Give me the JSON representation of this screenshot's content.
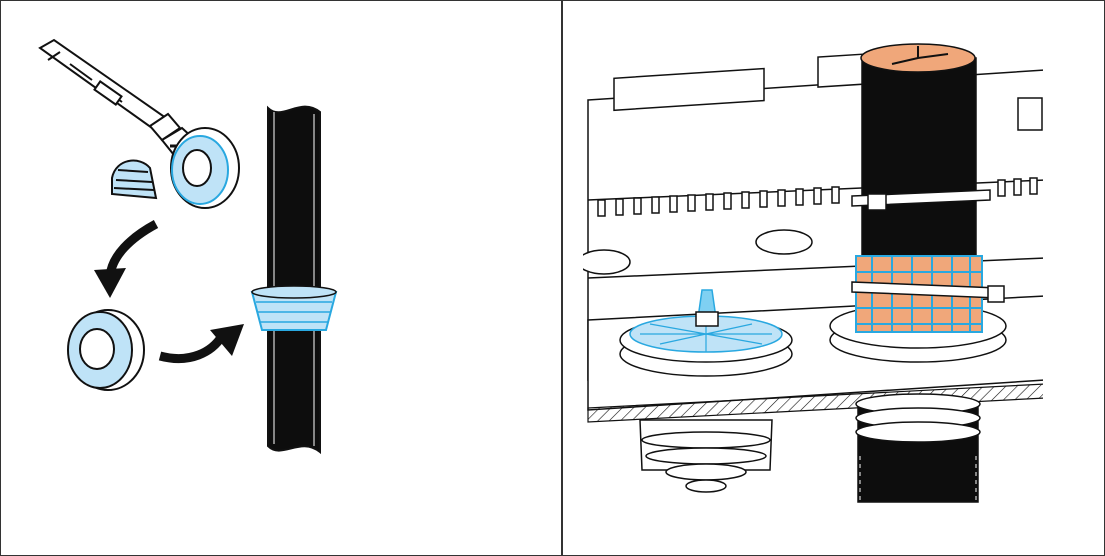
{
  "figure": {
    "panels": [
      {
        "id": "left",
        "steps": [
          "cut-grommet",
          "grommet-removed",
          "place-grommet-on-cable"
        ]
      },
      {
        "id": "right",
        "steps": [
          "cable-through-grommet",
          "cable-tie-fixation"
        ]
      }
    ],
    "colors": {
      "line": "#111111",
      "grommet_fill": "#bfe3f7",
      "grommet_stroke": "#29a8e0",
      "cable_fill": "#0d0d0d",
      "cable_core_orange": "#f0a77a",
      "background": "#ffffff"
    },
    "icons": {
      "cutter": "utility-knife-icon",
      "arrow_down": "curved-arrow-down-icon",
      "arrow_right": "curved-arrow-right-icon"
    }
  }
}
